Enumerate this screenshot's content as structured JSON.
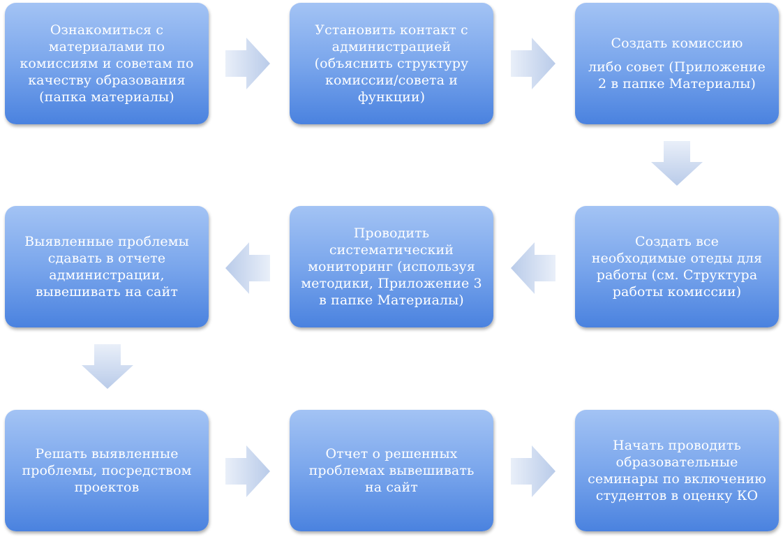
{
  "colors": {
    "box_top": "#a3c3f4",
    "box_bottom": "#4a82df",
    "box_text": "#ffffff",
    "arrow_light": "#e3ebf8",
    "arrow_dark": "#b7c9e8"
  },
  "steps": [
    {
      "lines": [
        "Ознакомиться с",
        "материалами по",
        "комиссиям и советам по",
        "качеству образования",
        "(папка материалы)"
      ]
    },
    {
      "lines": [
        "Установить контакт с",
        "администрацией",
        "(объяснить структуру",
        "комиссии/совета и",
        "функции)"
      ]
    },
    {
      "lines": [
        "Создать комиссию",
        "",
        "либо совет (Приложение",
        "2 в папке Материалы)"
      ]
    },
    {
      "lines": [
        "Создать все",
        "необходимые отеды для",
        "работы (см. Структура",
        "работы комиссии)"
      ]
    },
    {
      "lines": [
        "Проводить",
        "систематический",
        "мониторинг (используя",
        "методики, Приложение 3",
        "в папке Материалы)"
      ]
    },
    {
      "lines": [
        "Выявленные проблемы",
        "сдавать в отчете",
        "администрации,",
        "вывешивать на сайт"
      ]
    },
    {
      "lines": [
        "Решать выявленные",
        "проблемы, посредством",
        "проектов"
      ]
    },
    {
      "lines": [
        "Отчет о решенных",
        "проблемах вывешивать",
        "на сайт"
      ]
    },
    {
      "lines": [
        "Начать проводить",
        "образовательные",
        "семинары по включению",
        "студентов в оценку КО"
      ]
    }
  ]
}
